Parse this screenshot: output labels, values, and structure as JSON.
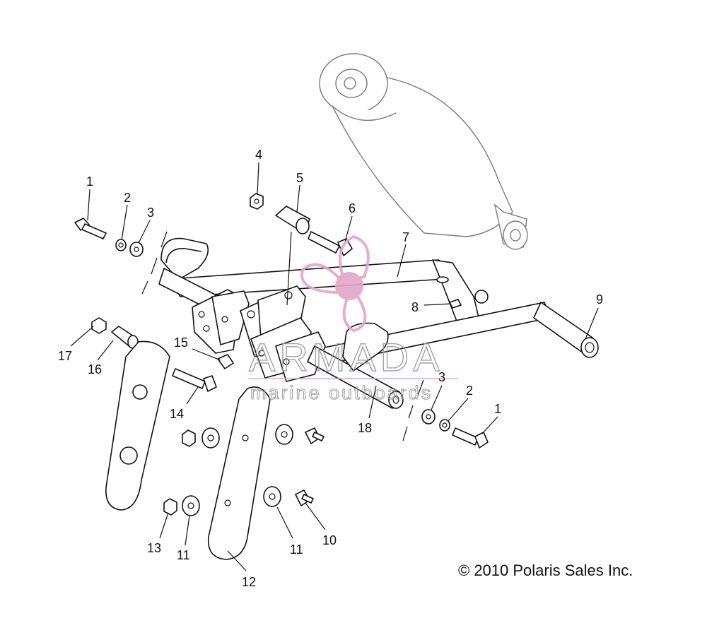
{
  "callouts": [
    {
      "id": "1",
      "label": "1"
    },
    {
      "id": "2",
      "label": "2"
    },
    {
      "id": "3",
      "label": "3"
    },
    {
      "id": "4",
      "label": "4"
    },
    {
      "id": "5",
      "label": "5"
    },
    {
      "id": "6",
      "label": "6"
    },
    {
      "id": "7",
      "label": "7"
    },
    {
      "id": "8",
      "label": "8"
    },
    {
      "id": "9",
      "label": "9"
    },
    {
      "id": "10",
      "label": "10"
    },
    {
      "id": "11",
      "label": "11"
    },
    {
      "id": "12",
      "label": "12"
    },
    {
      "id": "13",
      "label": "13"
    },
    {
      "id": "14",
      "label": "14"
    },
    {
      "id": "15",
      "label": "15"
    },
    {
      "id": "16",
      "label": "16"
    },
    {
      "id": "17",
      "label": "17"
    },
    {
      "id": "18",
      "label": "18"
    }
  ],
  "copyright": "© 2010 Polaris Sales Inc.",
  "watermark": {
    "title": "ARMADA",
    "subtitle": "marine outboards",
    "logo_color": "#e3a6c9"
  }
}
